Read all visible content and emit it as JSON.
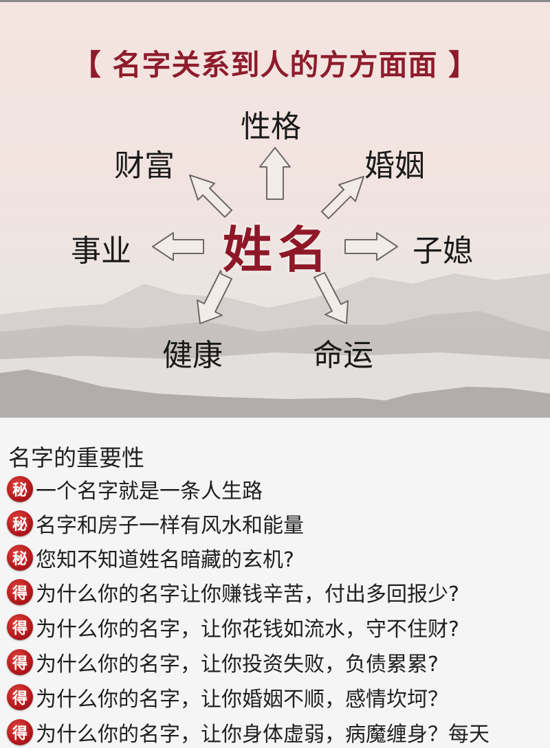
{
  "poster": {
    "title": "【 名字关系到人的方方面面 】",
    "center": "姓名",
    "labels": {
      "top": "性格",
      "top_left": "财富",
      "top_right": "婚姻",
      "left": "事业",
      "right": "子媳",
      "bottom_left": "健康",
      "bottom_right": "命运"
    }
  },
  "section": {
    "heading": "名字的重要性",
    "items": [
      {
        "badge": "秘",
        "text": "一个名字就是一条人生路"
      },
      {
        "badge": "秘",
        "text": "名字和房子一样有风水和能量"
      },
      {
        "badge": "秘",
        "text": "您知不知道姓名暗藏的玄机?"
      },
      {
        "badge": "得",
        "text": "为什么你的名字让你赚钱辛苦，付出多回报少?"
      },
      {
        "badge": "得",
        "text": "为什么你的名字，让你花钱如流水，守不住财?"
      },
      {
        "badge": "得",
        "text": "为什么你的名字，让你投资失败，负债累累?"
      },
      {
        "badge": "得",
        "text": "为什么你的名字，让你婚姻不顺，感情坎坷？"
      },
      {
        "badge": "得",
        "text": "为什么你的名字，让你身体虚弱，病魔缠身？每天"
      }
    ]
  },
  "colors": {
    "title_red": "#8e1c2c",
    "badge_red": "#b3181b",
    "text": "#1f1f1f",
    "background": "#f6f5f5"
  }
}
